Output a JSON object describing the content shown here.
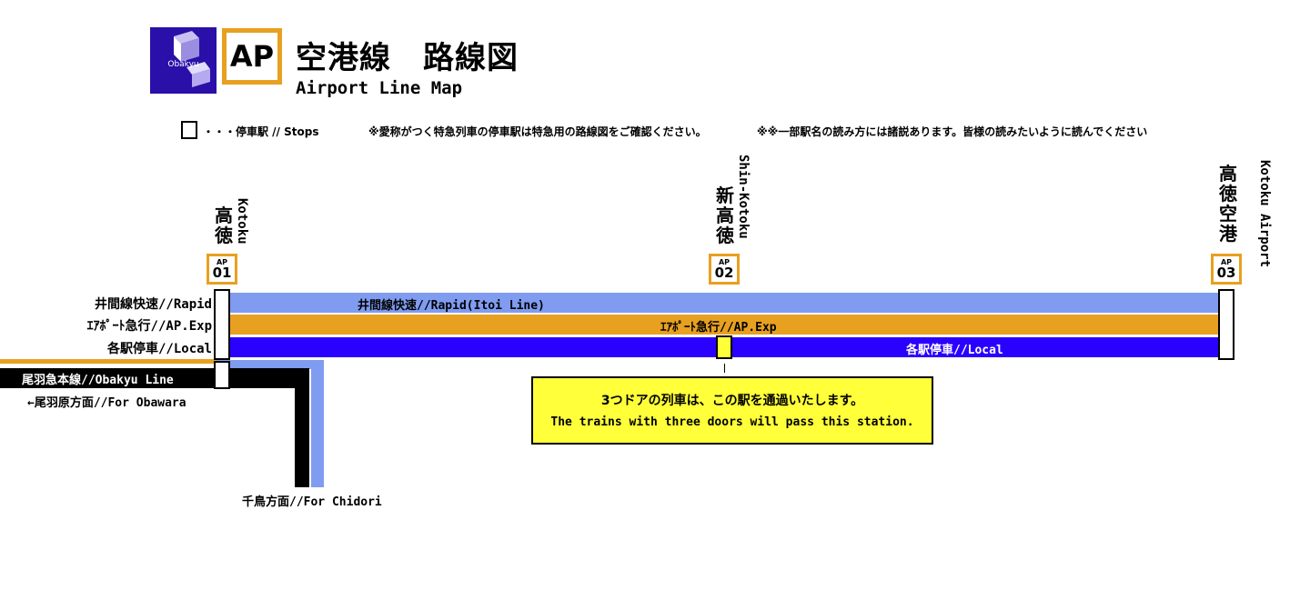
{
  "header": {
    "logo_text": "Obakyu",
    "line_code": "AP",
    "title_ja": "空港線　路線図",
    "title_en": "Airport Line Map"
  },
  "legend": {
    "stops_label": "・・・停車駅 // Stops",
    "note1": "※愛称がつく特急列車の停車駅は特急用の路線図をご確認ください。",
    "note2": "※※一部駅名の読み方には諸説あります。皆様の読みたいように読んでください"
  },
  "stations": [
    {
      "ja": "高徳",
      "en": "Kotoku",
      "code": "AP",
      "num": "01"
    },
    {
      "ja": "新高徳",
      "en": "Shin-Kotoku",
      "code": "AP",
      "num": "02"
    },
    {
      "ja": "高徳空港",
      "en": "Kotoku Airport",
      "code": "AP",
      "num": "03"
    }
  ],
  "services": {
    "rapid": {
      "row_label": "井間線快速//Rapid",
      "band_label": "井間線快速//Rapid(Itoi Line)"
    },
    "ap_exp": {
      "row_label": "ｴｱﾎﾟｰﾄ急行//AP.Exp",
      "band_label": "ｴｱﾎﾟｰﾄ急行//AP.Exp"
    },
    "local": {
      "row_label": "各駅停車//Local",
      "band_label": "各駅停車//Local"
    }
  },
  "connections": {
    "obakyu_line": "尾羽急本線//Obakyu Line",
    "for_obawara": "←尾羽原方面//For Obawara",
    "for_chidori": "千鳥方面//For Chidori"
  },
  "notice": {
    "ja": "3つドアの列車は、この駅を通過いたします。",
    "en": "The trains with three doors will pass this station."
  },
  "colors": {
    "rapid": "#7f9cf0",
    "ap_exp": "#e8a020",
    "local": "#2a00ff",
    "obakyu": "#000000",
    "notice": "#ffff3a",
    "logo": "#2a10a8"
  }
}
